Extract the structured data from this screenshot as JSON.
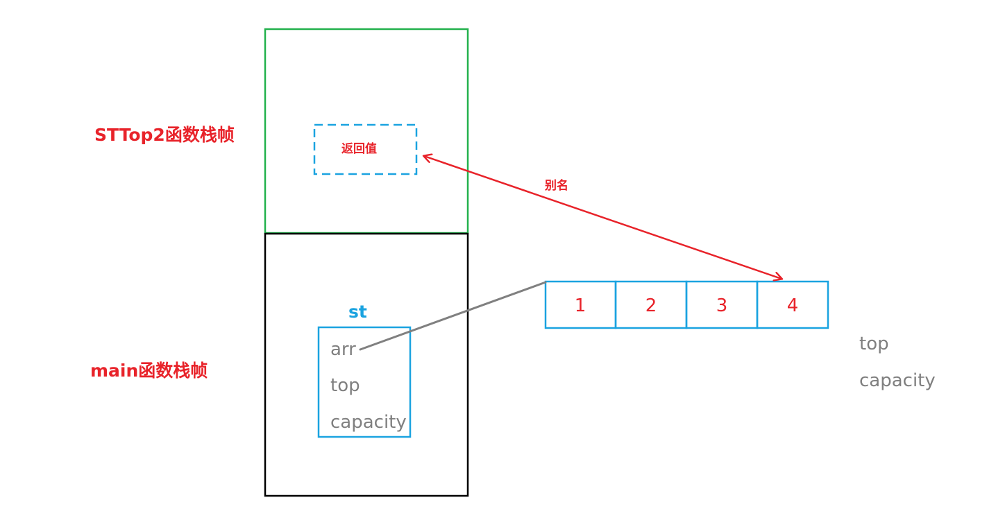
{
  "frames": {
    "sttop2_label": "STTop2函数栈帧",
    "main_label": "main函数栈帧"
  },
  "return_value": {
    "label": "返回值"
  },
  "alias": {
    "label": "别名"
  },
  "struct": {
    "name": "st",
    "fields": [
      "arr",
      "top",
      "capacity"
    ]
  },
  "array": {
    "cells": [
      "1",
      "2",
      "3",
      "4"
    ]
  },
  "outside_fields": [
    "top",
    "capacity"
  ],
  "colors": {
    "frame_sttop2_border": "#22b14c",
    "frame_main_border": "#000000",
    "struct_border": "#1aa3e0",
    "array_border": "#1aa3e0",
    "accent_red": "#e8232a",
    "pointer_line": "#808080",
    "field_text": "#7f7f7f"
  }
}
